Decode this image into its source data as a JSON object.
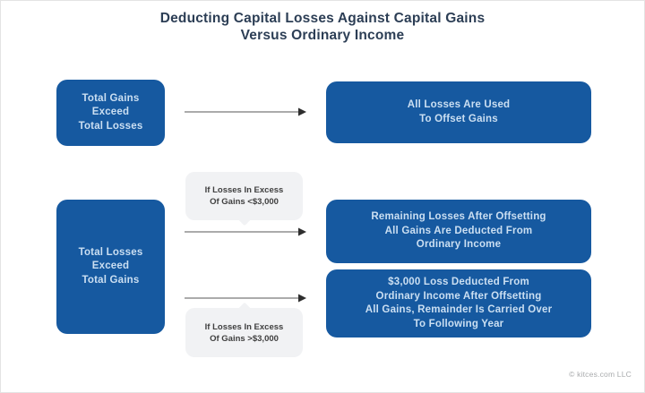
{
  "diagram": {
    "title_line1": "Deducting Capital Losses Against Capital Gains",
    "title_line2": "Versus Ordinary Income",
    "scenario_gains_exceed_losses": {
      "condition_lines": [
        "Total Gains",
        "Exceed",
        "Total Losses"
      ],
      "outcome_lines": [
        "All Losses Are Used",
        "To Offset Gains"
      ]
    },
    "scenario_losses_exceed_gains": {
      "condition_lines": [
        "Total Losses",
        "Exceed",
        "Total Gains"
      ],
      "label_under_3000_lines": [
        "If Losses In Excess",
        "Of Gains <$3,000"
      ],
      "outcome_under_3000_lines": [
        "Remaining Losses After Offsetting",
        "All Gains Are Deducted From",
        "Ordinary Income"
      ],
      "label_over_3000_lines": [
        "If Losses In Excess",
        "Of Gains >$3,000"
      ],
      "outcome_over_3000_lines": [
        "$3,000 Loss Deducted From",
        "Ordinary Income After Offsetting",
        "All Gains, Remainder Is Carried Over",
        "To Following Year"
      ]
    },
    "footer": "© kitces.com LLC",
    "colors": {
      "box_blue": "#1659A0",
      "box_text": "#CBDFF2",
      "title_navy": "#2C3E55",
      "bubble_bg": "#F1F2F4",
      "bubble_text": "#3F3F3F",
      "arrow_line": "#8F8F8F",
      "arrow_head": "#2E2E2E",
      "footer_gray": "#A9ABAD"
    }
  }
}
